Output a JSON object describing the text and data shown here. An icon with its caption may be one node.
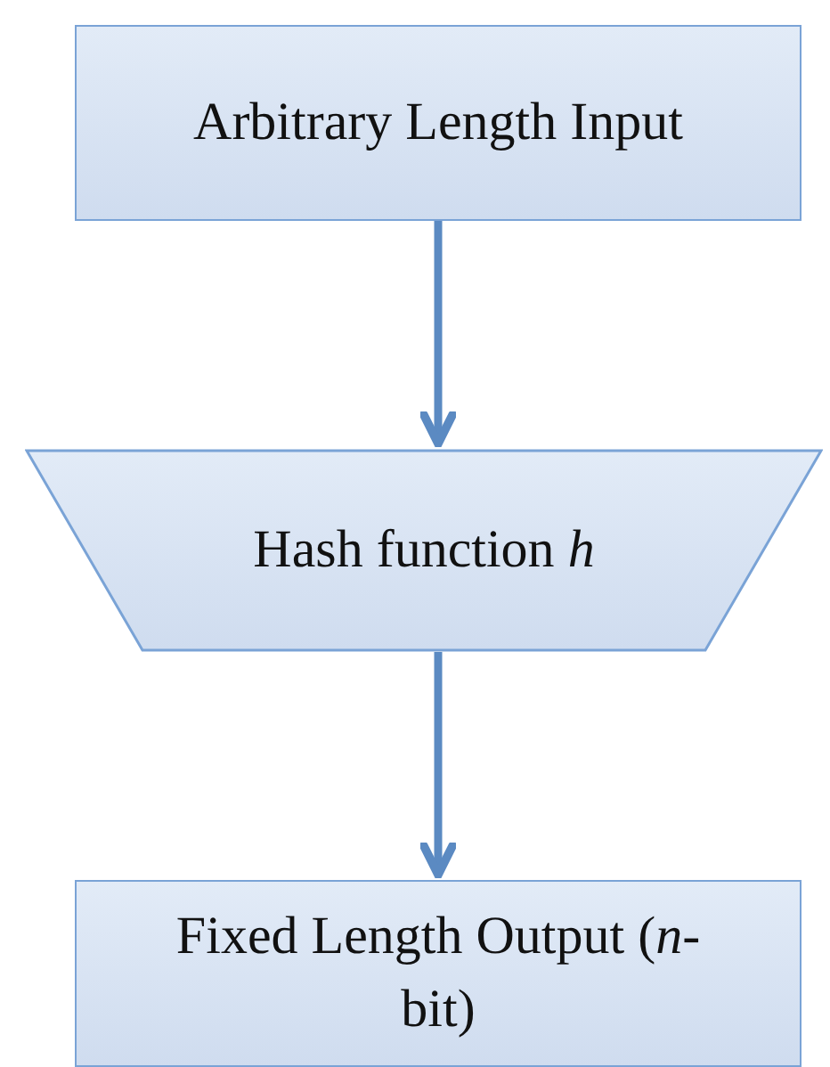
{
  "diagram": {
    "nodes": [
      {
        "text": [
          "Arbitrary Length Input"
        ]
      },
      {
        "text": [
          "Hash function *h*"
        ]
      },
      {
        "text": [
          "Fixed Length Output (*n*-bit)"
        ]
      }
    ],
    "edges": [
      {
        "from": 0,
        "to": 1,
        "arrow": "to"
      },
      {
        "from": 1,
        "to": 2,
        "arrow": "to"
      }
    ]
  }
}
